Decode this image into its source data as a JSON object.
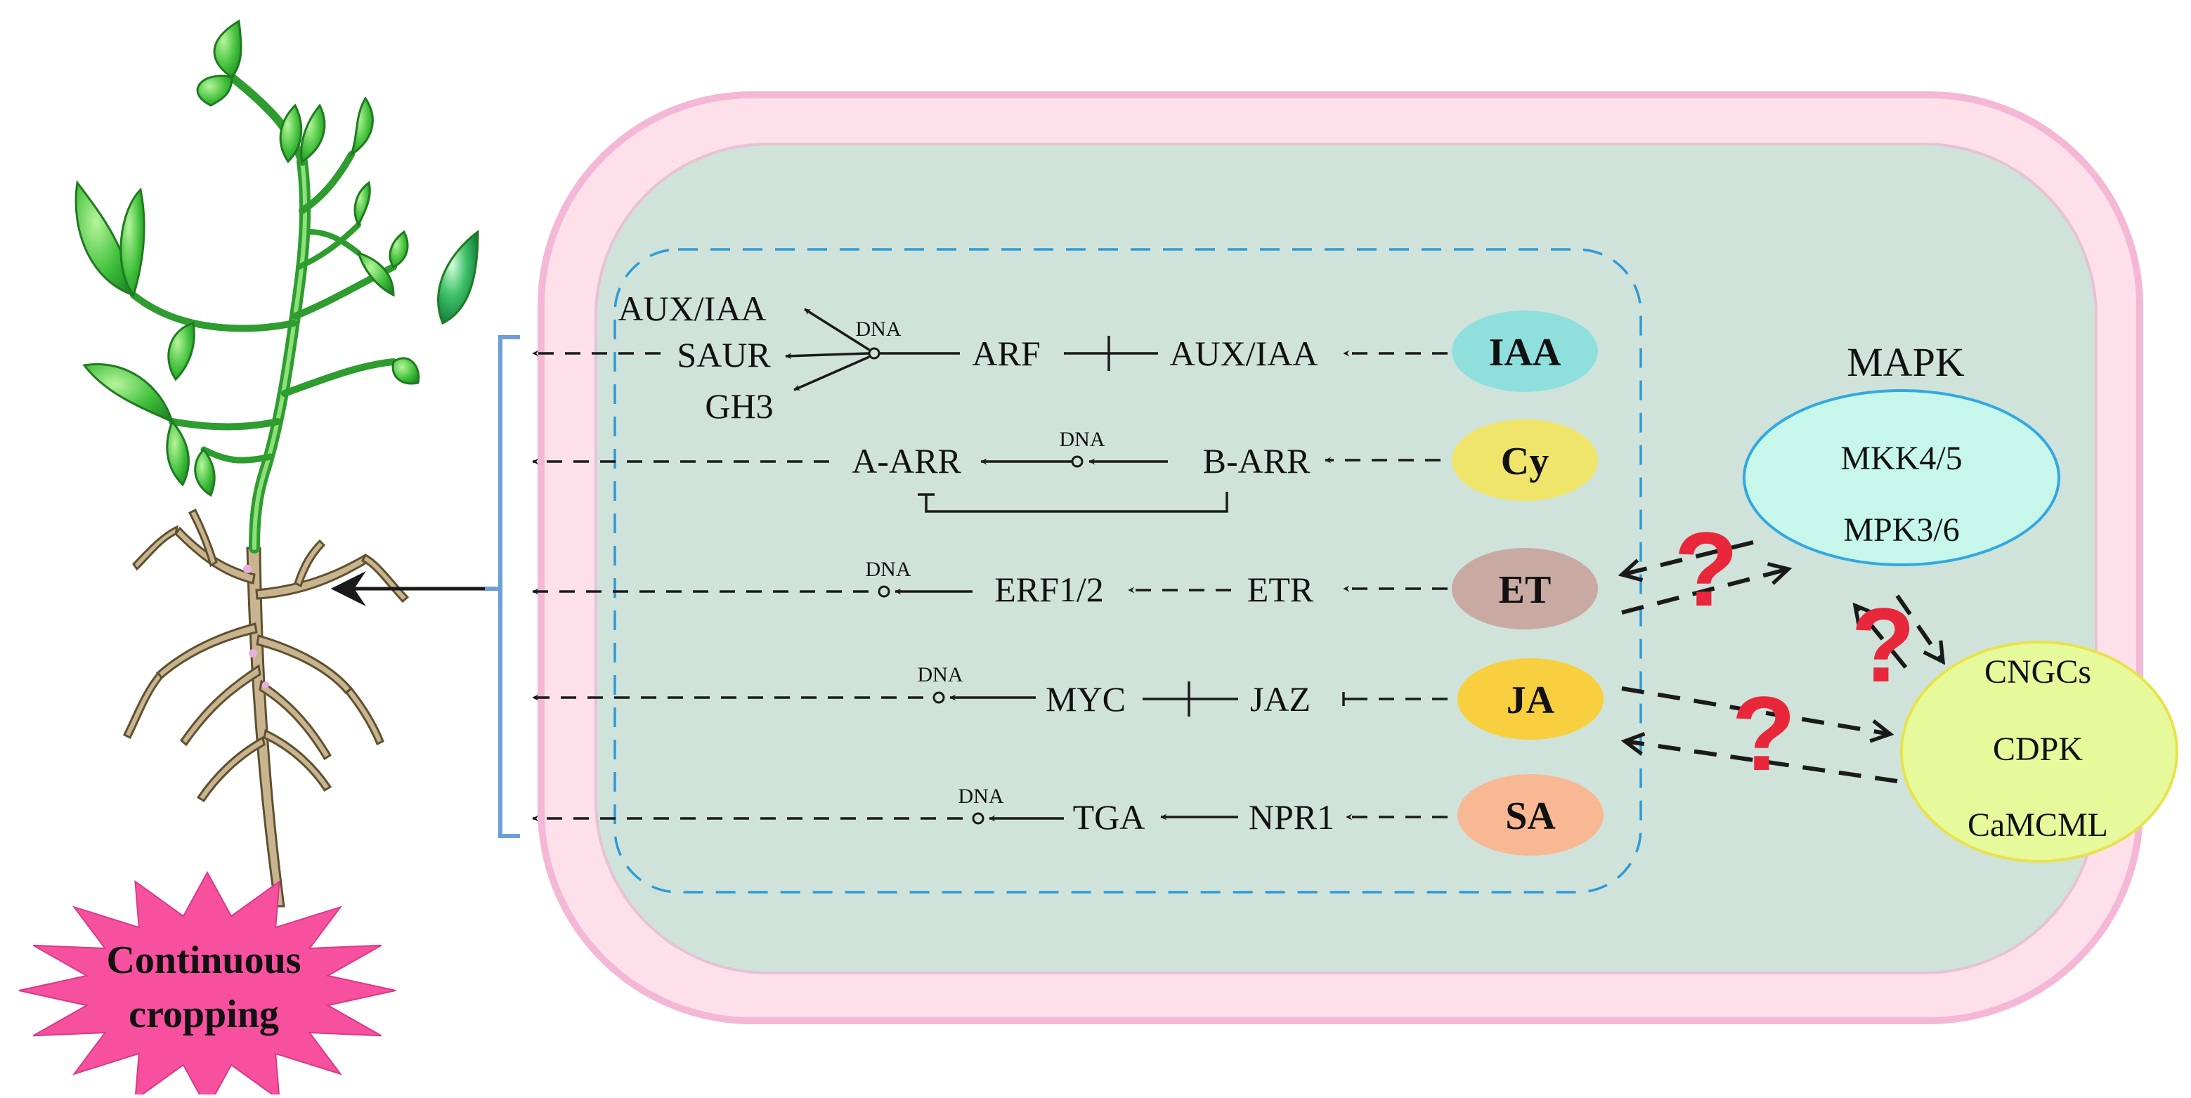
{
  "stimulus": {
    "line1": "Continuous",
    "line2": "cropping"
  },
  "hormones": {
    "iaa": "IAA",
    "cy": "Cy",
    "et": "ET",
    "ja": "JA",
    "sa": "SA"
  },
  "pathways": {
    "iaa": {
      "receptor": "AUX/IAA",
      "factor": "ARF",
      "dna": "DNA",
      "targets": [
        "AUX/IAA",
        "SAUR",
        "GH3"
      ]
    },
    "cy": {
      "receptor": "B-ARR",
      "dna": "DNA",
      "target": "A-ARR"
    },
    "et": {
      "receptor": "ETR",
      "factor": "ERF1/2",
      "dna": "DNA"
    },
    "ja": {
      "receptor": "JAZ",
      "factor": "MYC",
      "dna": "DNA"
    },
    "sa": {
      "receptor": "NPR1",
      "factor": "TGA",
      "dna": "DNA"
    }
  },
  "mapk": {
    "title": "MAPK",
    "items": [
      "MKK4/5",
      "MPK3/6"
    ]
  },
  "calcium": {
    "items": [
      "CNGCs",
      "CDPK",
      "CaMCML"
    ]
  },
  "unknown_symbol": "?",
  "colors": {
    "outer_membrane": "#fde0ea",
    "membrane_edge": "#f4b8d6",
    "cytoplasm": "#cfe3db",
    "dashed_box": "#2e9ad6",
    "iaa": "#8fe0dc",
    "cy": "#efe56a",
    "et": "#c9aaa3",
    "ja": "#f8cf3e",
    "sa": "#f9b894",
    "mapk_fill": "#c7f7ea",
    "mapk_edge": "#33a8e0",
    "calcium_fill": "#e6fa9c",
    "calcium_edge": "#e8e24d",
    "stimulus_star": "#f6509e",
    "bracket": "#6c9fd8",
    "leaf": "#3fbf3a",
    "root": "#c8b590",
    "question": "#e8283a"
  }
}
